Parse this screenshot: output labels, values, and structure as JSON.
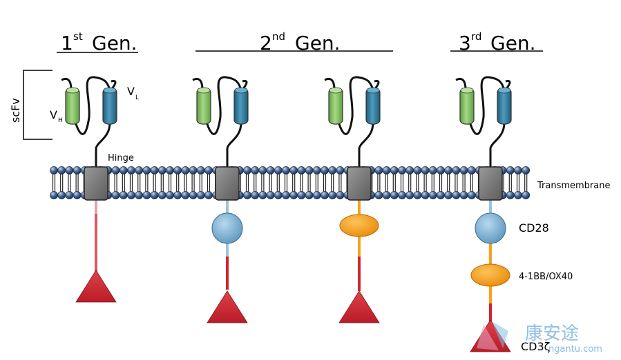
{
  "generations": [
    {
      "number": "1",
      "suffix": "st",
      "word": "Gen."
    },
    {
      "number": "2",
      "suffix": "nd",
      "word": "Gen."
    },
    {
      "number": "3",
      "suffix": "rd",
      "word": "Gen."
    }
  ],
  "labels": {
    "scfv": "scFv",
    "vh_main": "V",
    "vh_sub": "H",
    "vl_main": "V",
    "vl_sub": "L",
    "hinge": "Hinge",
    "transmembrane": "Transmembrane",
    "cd28": "CD28",
    "costim": "4-1BB/OX40",
    "cd3z": "CD3ζ"
  },
  "watermark": {
    "text": "康安途",
    "url": "ngantu.com"
  },
  "colors": {
    "vh": "#8cc56b",
    "vl": "#2f7ea0",
    "tm": "#7a7a7a",
    "cd28": "#7fb4d6",
    "costim": "#f7a21b",
    "cd3z": "#d0252f",
    "lipid_head": "#3f5f8a"
  }
}
